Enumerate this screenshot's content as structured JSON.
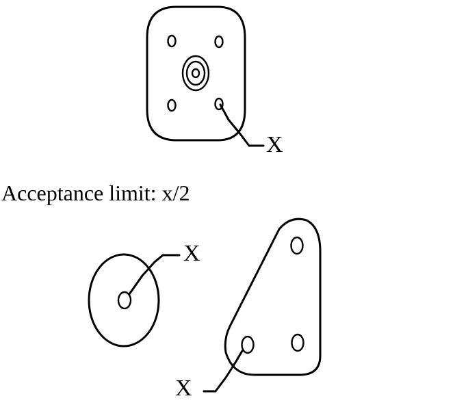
{
  "labels": {
    "top_part_marker": "X",
    "round_part_marker": "X",
    "triangular_part_marker": "X"
  },
  "caption": "Acceptance limit: x/2",
  "colors": {
    "ink": "#000000",
    "background": "#ffffff"
  }
}
